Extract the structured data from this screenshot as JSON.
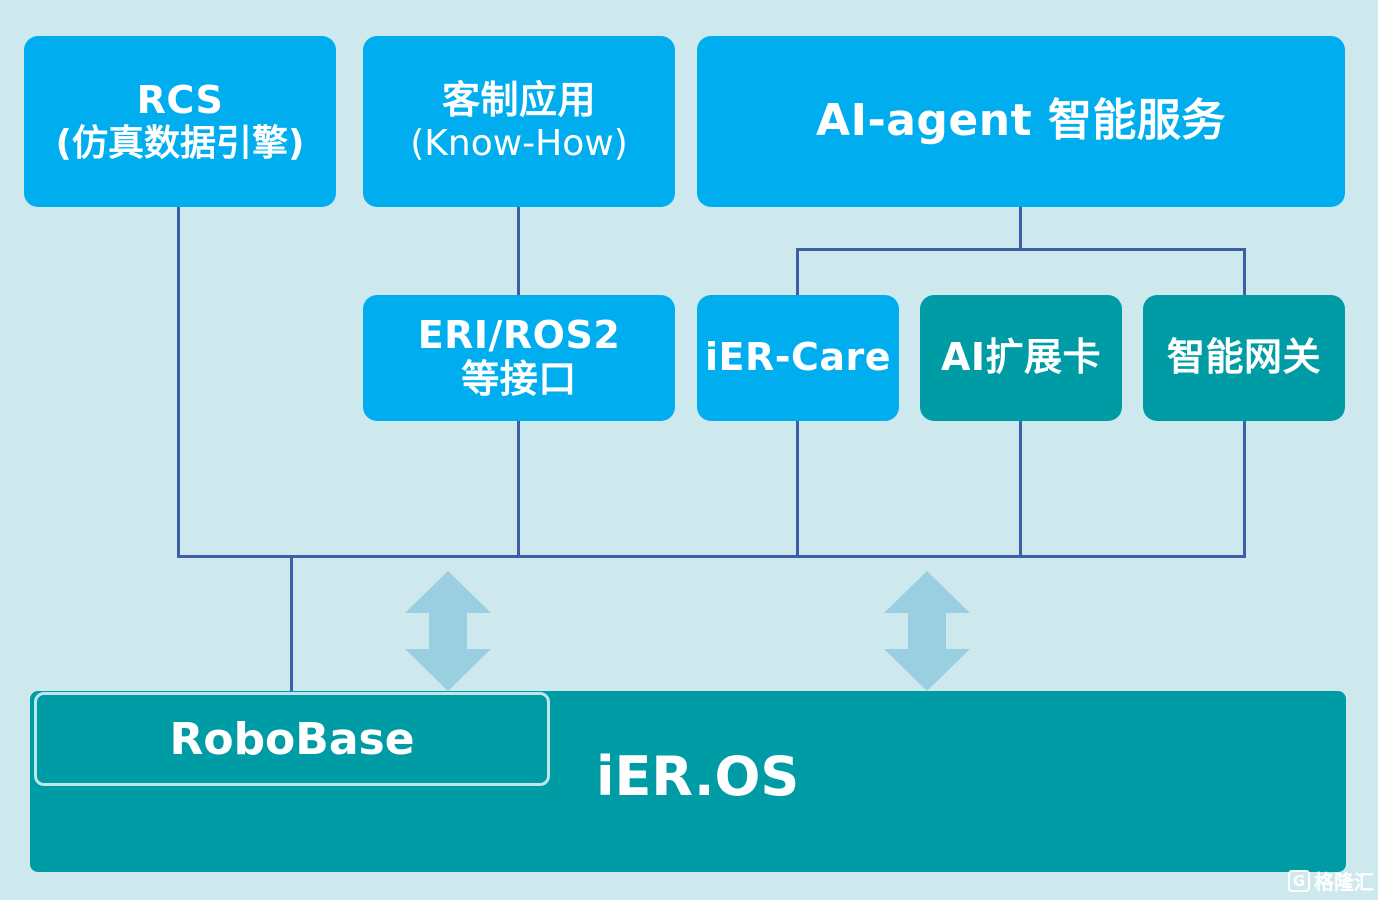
{
  "boxes": {
    "rcs": {
      "line1": "RCS",
      "line2": "(仿真数据引擎)"
    },
    "custom_app": {
      "line1": "客制应用",
      "line2": "(Know-How)"
    },
    "ai_agent": {
      "label": "AI-agent 智能服务"
    },
    "eri_ros2": {
      "line1": "ERI/ROS2",
      "line2": "等接口"
    },
    "ier_care": {
      "label": "iER-Care"
    },
    "ai_card": {
      "label": "AI扩展卡"
    },
    "gateway": {
      "label": "智能网关"
    }
  },
  "base": {
    "robobase": "RoboBase",
    "os_title": "iER.OS"
  },
  "watermark": {
    "icon_glyph": "G",
    "text": "格隆汇"
  },
  "colors": {
    "background": "#cde9ee",
    "blue_box": "#00aeef",
    "teal_box": "#009ca6",
    "connector": "#3d5fa8",
    "arrow": "#99cfe0"
  }
}
